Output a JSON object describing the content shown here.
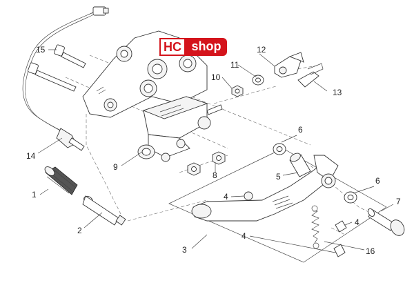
{
  "logo": {
    "part1": "HC",
    "part2": "shop",
    "brand_color": "#d4141c"
  },
  "callouts": {
    "c1": "1",
    "c2": "2",
    "c3": "3",
    "c4a": "4",
    "c4b": "4",
    "c4c": "4",
    "c5": "5",
    "c6a": "6",
    "c6b": "6",
    "c7": "7",
    "c8": "8",
    "c9": "9",
    "c10": "10",
    "c11": "11",
    "c12": "12",
    "c13": "13",
    "c14": "14",
    "c15": "15",
    "c16": "16"
  }
}
